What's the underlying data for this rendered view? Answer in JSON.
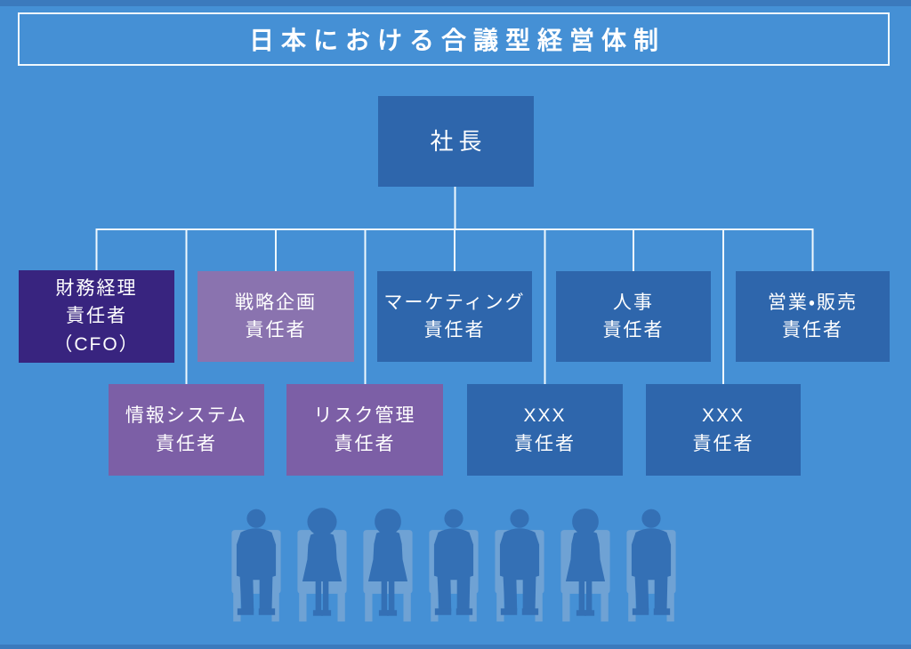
{
  "page": {
    "title": "日本における合議型経営体制"
  },
  "org": {
    "president": {
      "label": "社長"
    },
    "row1": [
      {
        "label": "財務経理\n責任者\n（CFO）"
      },
      {
        "label": "戦略企画\n責任者"
      },
      {
        "label": "マーケティング\n責任者"
      },
      {
        "label": "人事\n責任者"
      },
      {
        "label": "営業・販売\n責任者"
      }
    ],
    "row2": [
      {
        "label": "情報システム\n責任者"
      },
      {
        "label": "リスク管理\n責任者"
      },
      {
        "label": "XXX\n責任者"
      },
      {
        "label": "XXX\n責任者"
      }
    ]
  },
  "illustration": {
    "description": "seven-seated-silhouettes",
    "figures": [
      "man",
      "woman_curly",
      "woman",
      "man",
      "man",
      "woman",
      "man"
    ]
  },
  "colors": {
    "background": "#4590D5",
    "edge_bar": "#3B7ABD",
    "line": "#EFF8FD",
    "text": "#FFFFFF",
    "box_blue": "#2E66AC",
    "box_dark_purple": "#38247F",
    "box_mauve": "#8A73AF",
    "box_purple": "#7C5FA6",
    "person": "#3470B5",
    "chair": "#6FA2D4"
  }
}
